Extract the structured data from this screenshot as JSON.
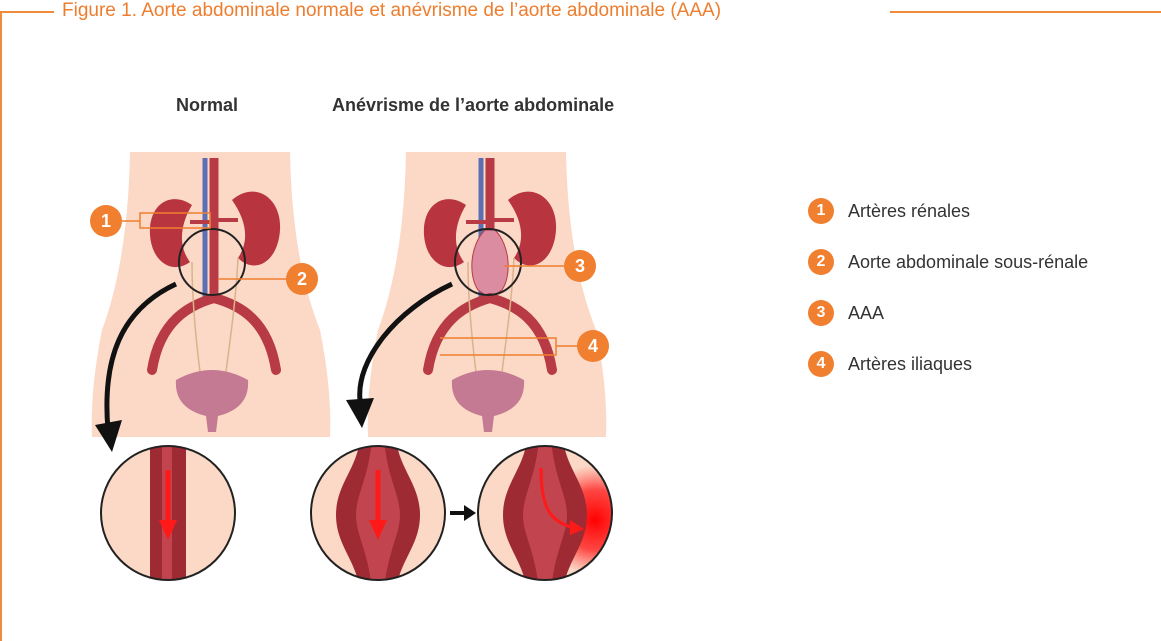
{
  "figure": {
    "title": "Figure 1. Aorte abdominale normale et anévrisme de l’aorte abdominale (AAA)",
    "accent_color": "#f07f2f"
  },
  "panels": {
    "normal_label": "Normal",
    "aneurysm_label": "Anévrisme de l’aorte abdominale"
  },
  "callouts": [
    {
      "number": "1",
      "label": "Artères rénales"
    },
    {
      "number": "2",
      "label": "Aorte abdominale sous-rénale"
    },
    {
      "number": "3",
      "label": "AAA"
    },
    {
      "number": "4",
      "label": "Artères iliaques"
    }
  ],
  "colors": {
    "skin": "#fbd9c6",
    "kidney": "#b8353f",
    "artery": "#b83a44",
    "vein": "#5b6fb5",
    "bladder": "#c47a92",
    "rupture": "#ff1a1a"
  }
}
